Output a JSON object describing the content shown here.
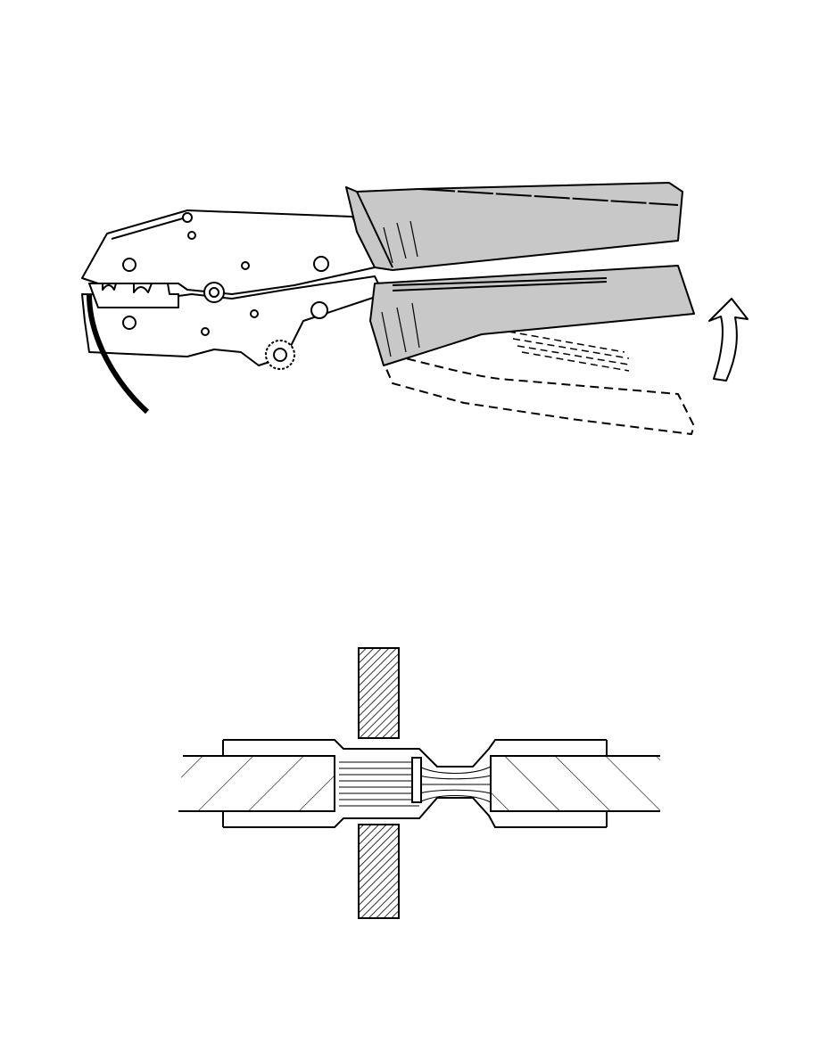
{
  "colors": {
    "background": "#ffffff",
    "line": "#000000",
    "handle_fill": "#c8c8c8"
  },
  "figures": [
    {
      "id": "crimping-tool",
      "handle_motion": "upward"
    },
    {
      "id": "crimp-connector-cross-section"
    }
  ]
}
